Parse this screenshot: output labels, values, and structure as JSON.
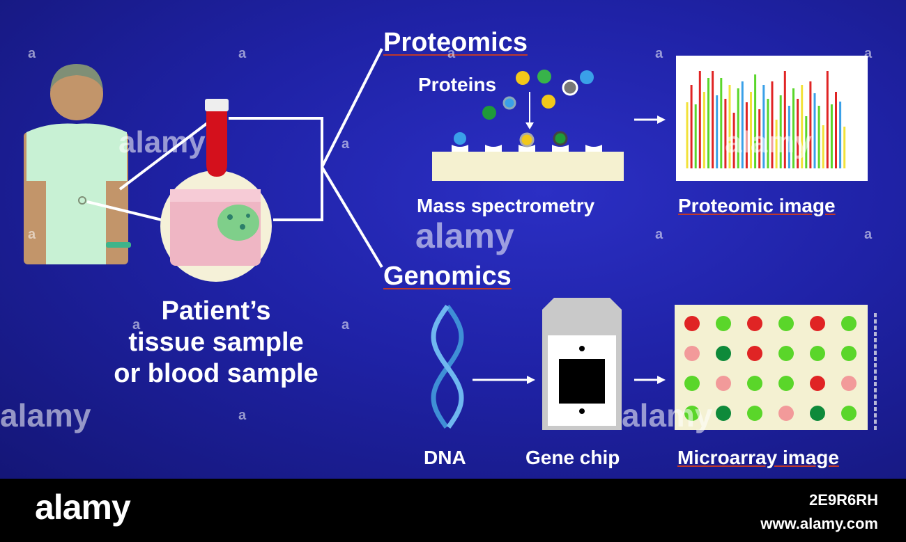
{
  "sections": {
    "proteomics": "Proteomics",
    "genomics": "Genomics"
  },
  "labels": {
    "proteins": "Proteins",
    "mass_spectrometry": "Mass spectrometry",
    "proteomic_image": "Proteomic image",
    "dna": "DNA",
    "gene_chip": "Gene chip",
    "microarray_image": "Microarray image"
  },
  "patient": {
    "line1": "Patient’s",
    "line2": "tissue sample",
    "line3": "or blood sample"
  },
  "footer": {
    "brand": "alamy",
    "image_id": "2E9R6RH",
    "url": "www.alamy.com"
  },
  "watermark": {
    "text": "alamy",
    "tile_letter": "a"
  },
  "colors": {
    "background": "#1f22a6",
    "red": "#e02424",
    "green": "#5ad62a",
    "dark_green": "#0e8a3a",
    "pink": "#f29a9a",
    "yellow": "#f2e23a",
    "blue": "#3aa0e8"
  },
  "microarray": [
    [
      "red",
      "green",
      "red",
      "green",
      "red",
      "green"
    ],
    [
      "pink",
      "dark_green",
      "red",
      "green",
      "green",
      "green"
    ],
    [
      "green",
      "pink",
      "green",
      "green",
      "red",
      "pink"
    ],
    [
      "green",
      "dark_green",
      "green",
      "pink",
      "dark_green",
      "green"
    ]
  ],
  "spectrum_peaks": [
    "yellow",
    "red",
    "green",
    "red",
    "yellow",
    "green",
    "red",
    "blue",
    "green",
    "red",
    "yellow",
    "red",
    "green",
    "blue",
    "red",
    "yellow",
    "green",
    "red",
    "blue",
    "green",
    "red",
    "yellow",
    "green",
    "red",
    "blue",
    "green",
    "red",
    "yellow",
    "green",
    "red",
    "blue",
    "green",
    "yellow",
    "red",
    "green",
    "red",
    "blue",
    "yellow"
  ]
}
